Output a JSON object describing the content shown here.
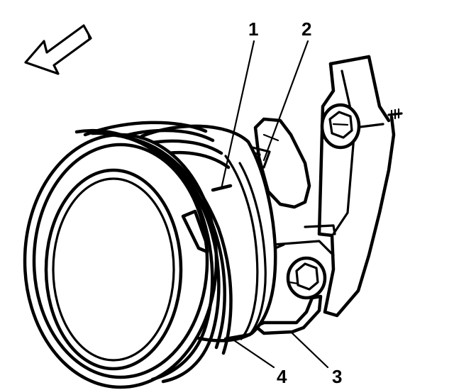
{
  "callouts": [
    {
      "id": "1",
      "label": "1"
    },
    {
      "id": "2",
      "label": "2"
    },
    {
      "id": "3",
      "label": "3"
    },
    {
      "id": "4",
      "label": "4"
    }
  ],
  "icons": {
    "direction_arrow": "front-direction-arrow-icon"
  },
  "colors": {
    "ink": "#000000",
    "background": "#ffffff"
  }
}
